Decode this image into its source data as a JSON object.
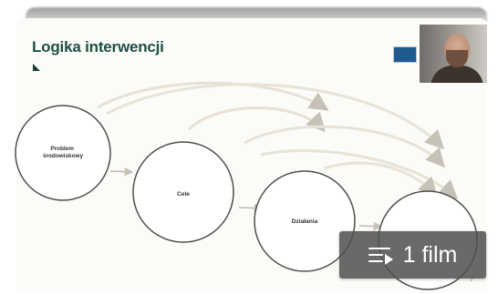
{
  "slide": {
    "title": "Logika interwencji",
    "nodes": [
      {
        "label_lines": [
          "Problem",
          "środowiskowy"
        ]
      },
      {
        "label_lines": [
          "Cele"
        ]
      },
      {
        "label_lines": [
          "Działania"
        ]
      },
      {
        "label_lines": [
          ""
        ]
      }
    ]
  },
  "overlay": {
    "text": "1 film",
    "icon": "playlist-icon"
  }
}
